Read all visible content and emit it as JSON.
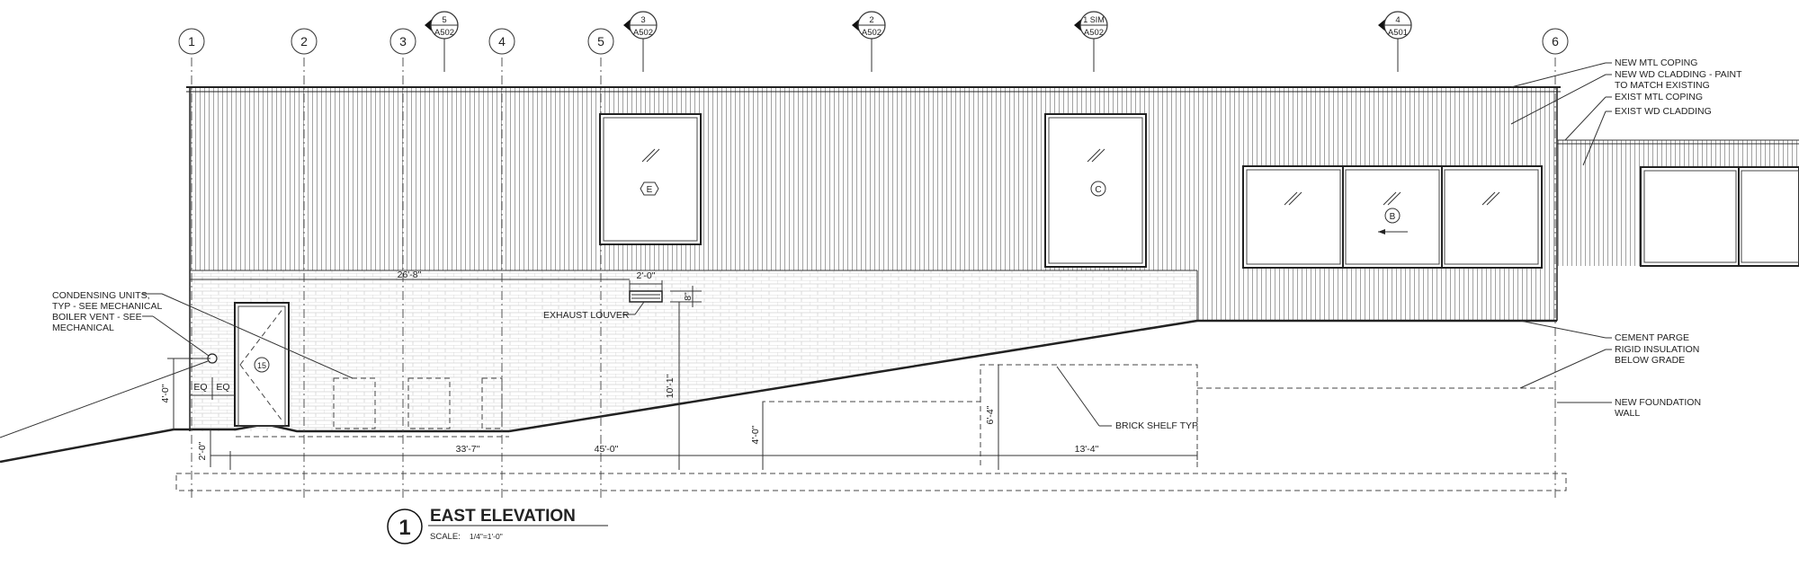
{
  "title": {
    "number": "1",
    "name": "EAST ELEVATION",
    "scale_label": "SCALE:",
    "scale_value": "1/4\"=1'-0\""
  },
  "grid_bubbles": [
    "1",
    "2",
    "3",
    "4",
    "5",
    "6"
  ],
  "section_markers": [
    {
      "num": "5",
      "sheet": "A502"
    },
    {
      "num": "3",
      "sheet": "A502"
    },
    {
      "num": "2",
      "sheet": "A502"
    },
    {
      "num": "1 SIM",
      "sheet": "A502"
    },
    {
      "num": "4",
      "sheet": "A501"
    }
  ],
  "window_tags": [
    "E",
    "C",
    "B"
  ],
  "door_tag": "15",
  "notes_right": {
    "new_mtl_coping": "NEW MTL COPING",
    "new_wd_cladding_1": "NEW WD CLADDING - PAINT",
    "new_wd_cladding_2": "TO MATCH EXISTING",
    "exist_mtl_coping": "EXIST MTL COPING",
    "exist_wd_cladding": "EXIST WD CLADDING",
    "cement_parge": "CEMENT PARGE",
    "rigid_insulation_1": "RIGID INSULATION",
    "rigid_insulation_2": "BELOW GRADE",
    "new_foundation_1": "NEW FOUNDATION",
    "new_foundation_2": "WALL"
  },
  "notes_left": {
    "condensing_1": "CONDENSING UNITS,",
    "condensing_2": "TYP - SEE MECHANICAL",
    "boiler_1": "BOILER VENT - SEE",
    "boiler_2": "MECHANICAL"
  },
  "notes_center": {
    "exhaust_louver": "EXHAUST LOUVER",
    "brick_shelf": "BRICK SHELF TYP"
  },
  "dimensions": {
    "top_span": "26'-8\"",
    "louver_width": "2'-0\"",
    "louver_height": "8\"",
    "louver_elev": "10'-1\"",
    "vent_height": "4'-0\"",
    "eq_1": "EQ",
    "eq_2": "EQ",
    "grade_1": "2'-0\"",
    "span_1": "33'-7\"",
    "span_2": "45'-0\"",
    "shelf_1": "4'-0\"",
    "shelf_2": "6'-4\"",
    "span_3": "13'-4\""
  }
}
